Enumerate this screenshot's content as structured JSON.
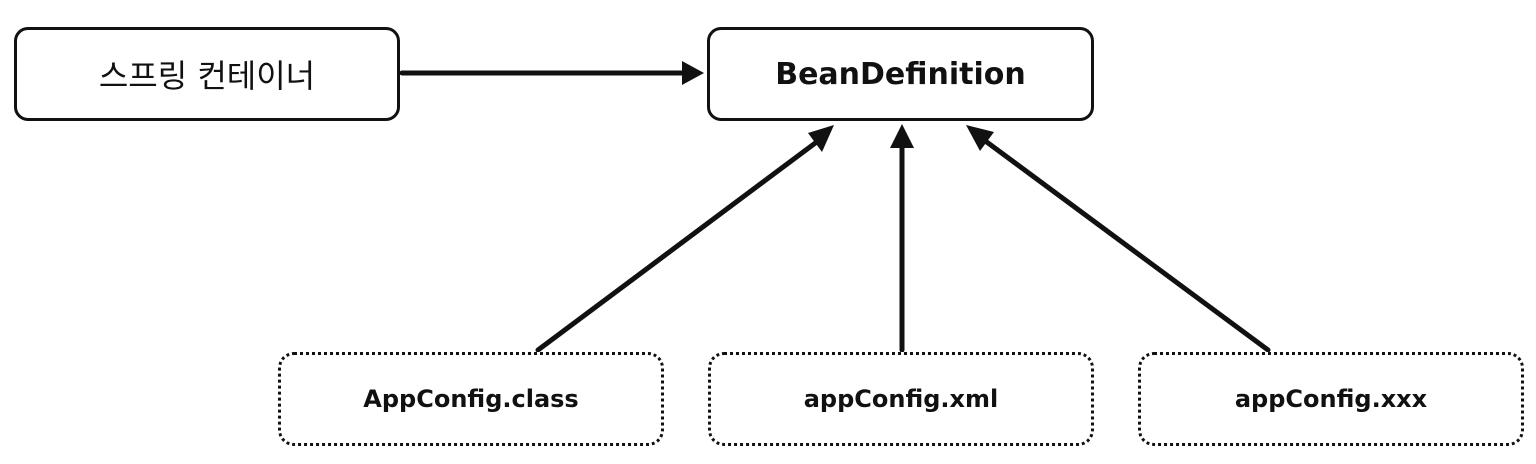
{
  "diagram": {
    "container": {
      "label": "스프링 컨테이너"
    },
    "bean_definition": {
      "label": "BeanDefinition"
    },
    "sources": [
      {
        "label": "AppConfig.class"
      },
      {
        "label": "appConfig.xml"
      },
      {
        "label": "appConfig.xxx"
      }
    ],
    "edges": [
      {
        "from": "스프링 컨테이너",
        "to": "BeanDefinition"
      },
      {
        "from": "AppConfig.class",
        "to": "BeanDefinition"
      },
      {
        "from": "appConfig.xml",
        "to": "BeanDefinition"
      },
      {
        "from": "appConfig.xxx",
        "to": "BeanDefinition"
      }
    ],
    "colors": {
      "line": "#111111",
      "background": "#ffffff"
    }
  }
}
